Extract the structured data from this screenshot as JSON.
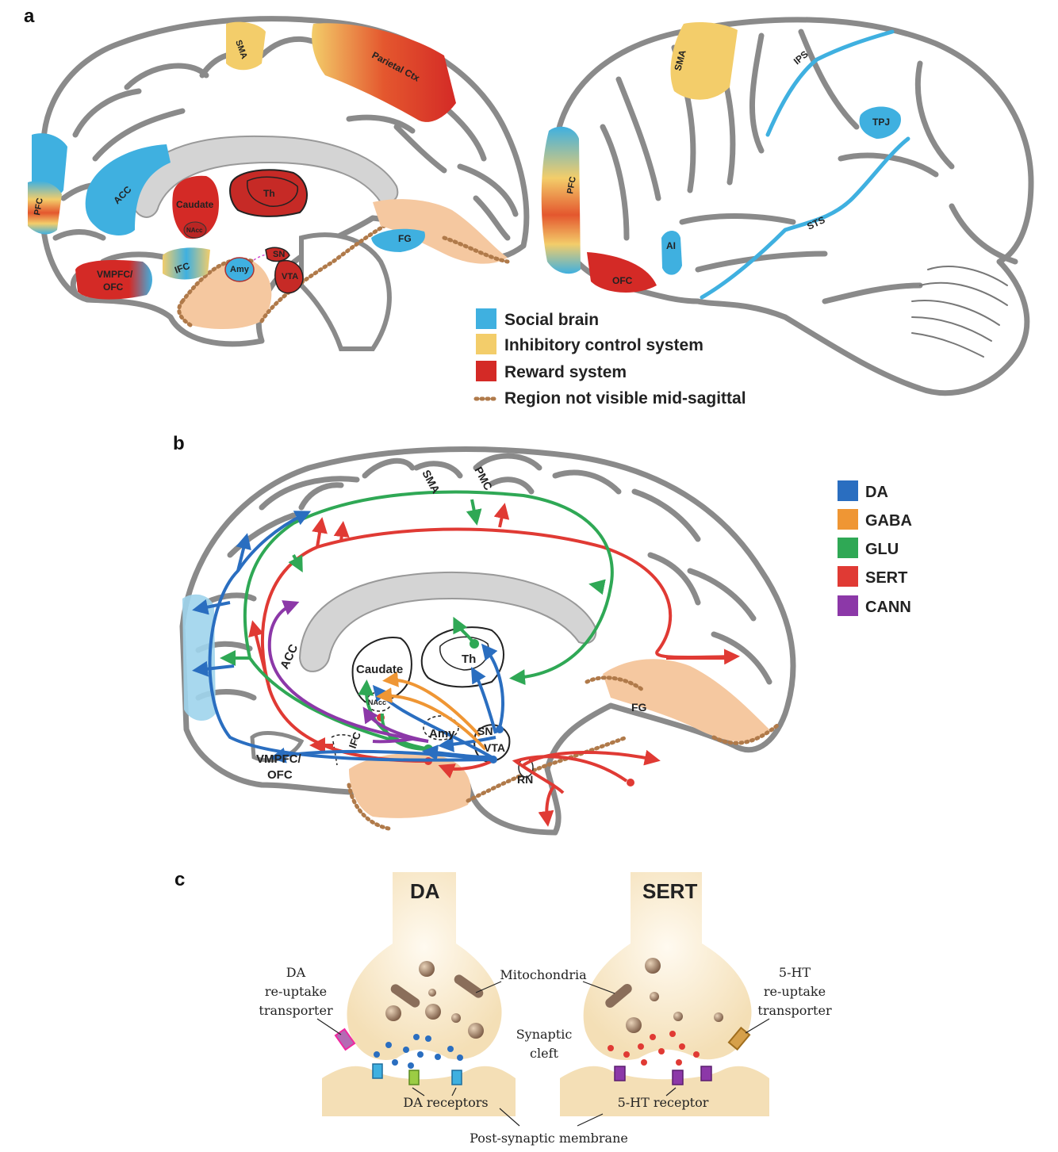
{
  "panels": {
    "a": "a",
    "b": "b",
    "c": "c"
  },
  "panel_a": {
    "medial_labels": {
      "sma": "SMA",
      "parietal": "Parietal Ctx",
      "pfc": "PFC",
      "acc": "ACC",
      "caudate": "Caudate",
      "nacc": "NAcc",
      "th": "Th",
      "fg": "FG",
      "vmpfc": "VMPFC/",
      "ofc": "OFC",
      "ifc": "IFC",
      "amy": "Amy",
      "sn": "SN",
      "vta": "VTA"
    },
    "lateral_labels": {
      "sma": "SMA",
      "ips": "IPS",
      "tpj": "TPJ",
      "pfc": "PFC",
      "sts": "STS",
      "ai": "AI",
      "ofc": "OFC"
    },
    "legend": [
      {
        "label": "Social brain",
        "color": "#3fb0e0"
      },
      {
        "label": "Inhibitory control system",
        "color": "#f3cd6a"
      },
      {
        "label": "Reward system",
        "color": "#d42a26"
      },
      {
        "label": "Region not visible mid-sagittal",
        "color": "#b07a4a"
      }
    ]
  },
  "panel_b": {
    "labels": {
      "sma": "SMA",
      "pmc": "PMC",
      "acc": "ACC",
      "caudate": "Caudate",
      "th": "Th",
      "nacc": "NAcc",
      "amy": "Amy",
      "sn": "SN",
      "vta": "VTA",
      "rn": "RN",
      "fg": "FG",
      "ifc": "IFC",
      "vmpfc": "VMPFC/",
      "ofc": "OFC"
    },
    "legend": [
      {
        "label": "DA",
        "color": "#2a6ec0"
      },
      {
        "label": "GABA",
        "color": "#ef9634"
      },
      {
        "label": "GLU",
        "color": "#2fa855"
      },
      {
        "label": "SERT",
        "color": "#e03a34"
      },
      {
        "label": "CANN",
        "color": "#8c38a8"
      }
    ]
  },
  "panel_c": {
    "left_title": "DA",
    "right_title": "SERT",
    "da_transporter": [
      "DA",
      "re-uptake",
      "transporter"
    ],
    "ht_transporter": [
      "5-HT",
      "re-uptake",
      "transporter"
    ],
    "mitochondria": "Mitochondria",
    "synaptic_cleft": [
      "Synaptic",
      "cleft"
    ],
    "da_receptors": "DA receptors",
    "ht_receptor": "5-HT receptor",
    "post_synaptic": "Post-synaptic membrane"
  }
}
